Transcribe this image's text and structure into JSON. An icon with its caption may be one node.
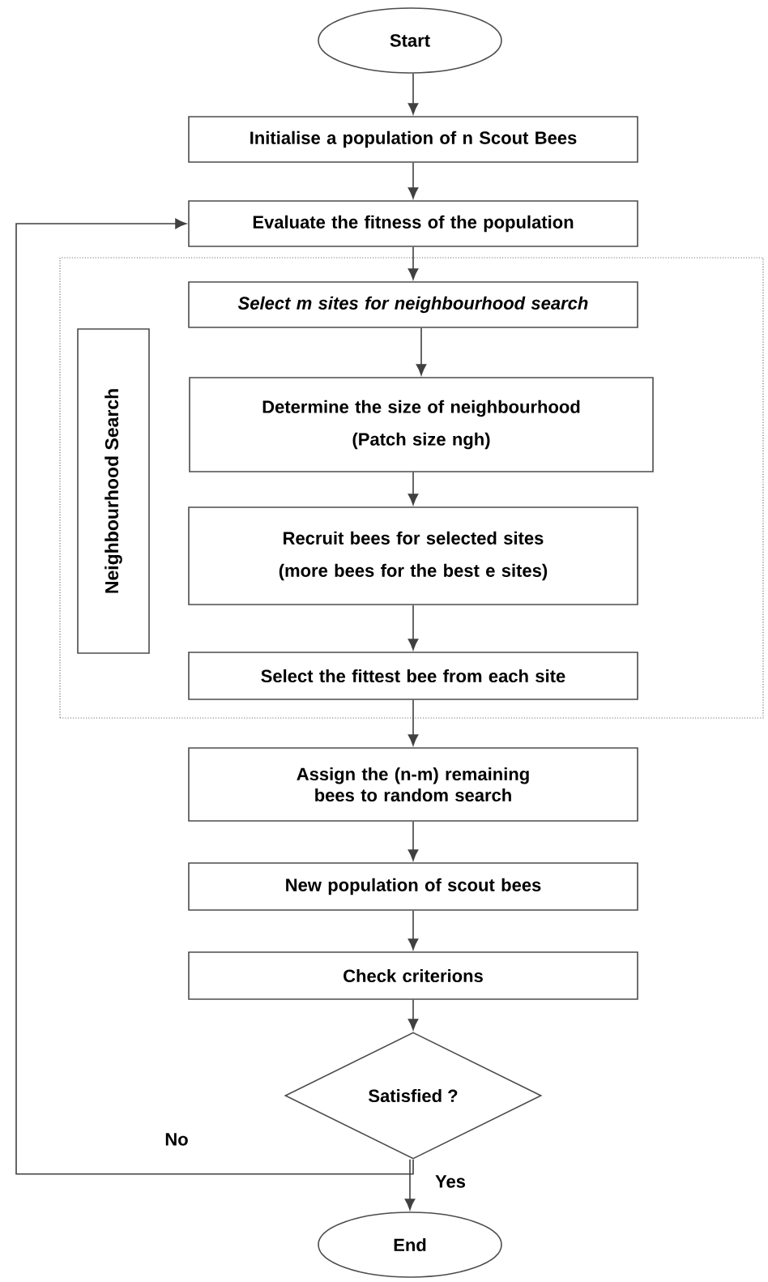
{
  "diagram": {
    "nodes": [
      {
        "text": [
          "Start"
        ]
      },
      {
        "text": [
          "Initialise a population of n Scout Bees"
        ]
      },
      {
        "text": [
          "Evaluate the fitness of the population"
        ]
      },
      {
        "text": [],
        "shape": "box"
      },
      {
        "text": [
          "Neighbourhood  Search"
        ],
        "in": 3
      },
      {
        "text": [
          "Select m sites for neighbourhood search"
        ],
        "in": 3
      },
      {
        "text": [
          "Determine the size of neighbourhood",
          "(Patch size ngh)"
        ],
        "in": 3
      },
      {
        "text": [
          "Recruit bees for selected sites",
          "(more bees for the best e sites)"
        ],
        "in": 3
      },
      {
        "text": [
          "Select the fittest bee from each site"
        ],
        "in": 3
      },
      {
        "text": [
          "Assign the (n-m) remaining bees to random search"
        ]
      },
      {
        "text": [
          "New population of scout bees"
        ]
      },
      {
        "text": [
          "Check criterions"
        ]
      },
      {
        "text": [
          "Satisfied ?"
        ]
      },
      {
        "text": [
          "End"
        ]
      }
    ],
    "edges": [
      {
        "from": 0,
        "to": 1,
        "arrow": "to"
      },
      {
        "from": 1,
        "to": 2,
        "arrow": "to"
      },
      {
        "from": 2,
        "to": 5,
        "arrow": "to"
      },
      {
        "from": 5,
        "to": 6,
        "arrow": "to"
      },
      {
        "from": 6,
        "to": 7,
        "arrow": "to"
      },
      {
        "from": 7,
        "to": 8,
        "arrow": "to"
      },
      {
        "from": 8,
        "to": 9,
        "arrow": "to"
      },
      {
        "from": 9,
        "to": 10,
        "arrow": "to"
      },
      {
        "from": 10,
        "to": 11,
        "arrow": "to"
      },
      {
        "from": 11,
        "to": 12,
        "arrow": "to"
      },
      {
        "from": 12,
        "to": 13,
        "label": "Yes",
        "arrow": "to"
      },
      {
        "from": 12,
        "to": 2,
        "label": "No",
        "arrow": "to"
      }
    ]
  }
}
